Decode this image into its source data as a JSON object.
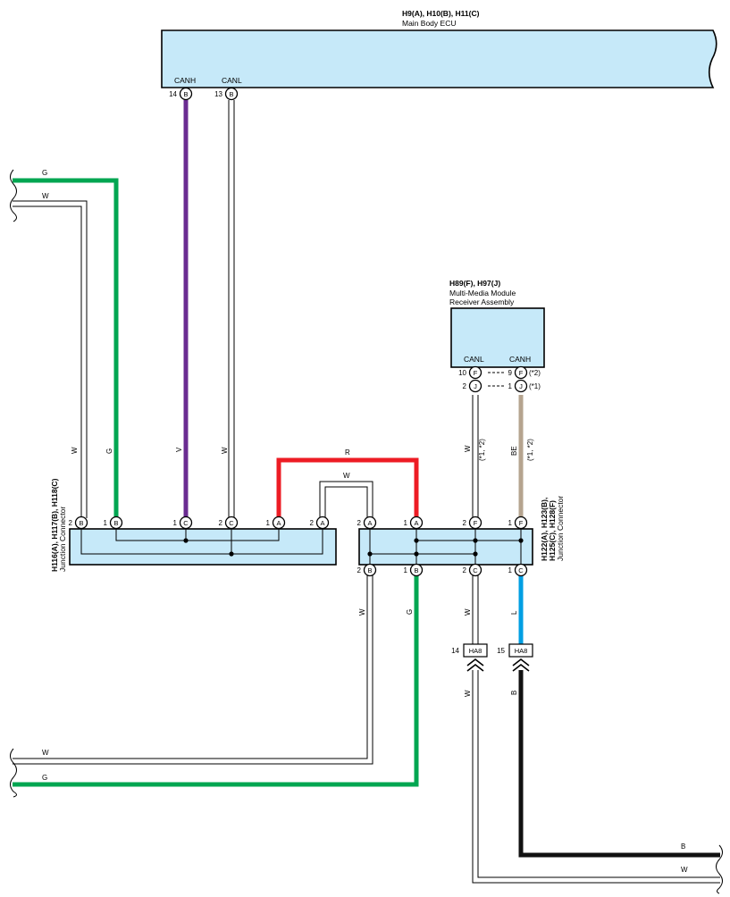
{
  "ecu": {
    "codes": "H9(A), H10(B), H11(C)",
    "name": "Main Body ECU",
    "canh_label": "CANH",
    "canl_label": "CANL",
    "canh_pin_num": "14",
    "canh_pin_code": "B",
    "canl_pin_num": "13",
    "canl_pin_code": "B"
  },
  "mm": {
    "codes": "H89(F), H97(J)",
    "name_line1": "Multi-Media Module",
    "name_line2": "Receiver Assembly",
    "canl_label": "CANL",
    "canh_label": "CANH",
    "pins": {
      "p10": "10",
      "p10_code": "F",
      "p9": "9",
      "p9_code": "F",
      "p2": "2",
      "p2_code": "J",
      "p1": "1",
      "p1_code": "J",
      "note_a": "(*2)",
      "note_b": "(*1)"
    }
  },
  "jc_left": {
    "codes": "H116(A), H117(B), H118(C)",
    "name": "Junction Connector",
    "pins": [
      {
        "num": "2",
        "code": "B"
      },
      {
        "num": "1",
        "code": "B"
      },
      {
        "num": "1",
        "code": "C"
      },
      {
        "num": "2",
        "code": "C"
      },
      {
        "num": "1",
        "code": "A"
      },
      {
        "num": "2",
        "code": "A"
      }
    ]
  },
  "jc_right": {
    "codes_line1": "H122(A), H123(B),",
    "codes_line2": "H125(C), H128(F)",
    "name": "Junction Connector",
    "top_pins": [
      {
        "num": "2",
        "code": "A"
      },
      {
        "num": "1",
        "code": "A"
      },
      {
        "num": "2",
        "code": "F"
      },
      {
        "num": "1",
        "code": "F"
      }
    ],
    "bottom_pins": [
      {
        "num": "2",
        "code": "B"
      },
      {
        "num": "1",
        "code": "B"
      },
      {
        "num": "2",
        "code": "C"
      },
      {
        "num": "1",
        "code": "C"
      }
    ]
  },
  "ha8": {
    "left_num": "14",
    "right_num": "15",
    "label": "HA8"
  },
  "wires": {
    "g": "G",
    "w": "W",
    "v": "V",
    "r": "R",
    "be": "BE",
    "l": "L",
    "b": "B",
    "note12": "(*1, *2)"
  },
  "colors": {
    "green": "#00a651",
    "purple": "#6a2c91",
    "red": "#ed1c24",
    "beige": "#b5a48f",
    "blue": "#009fe3",
    "black": "#111111",
    "box_fill": "#c6e9f9"
  }
}
